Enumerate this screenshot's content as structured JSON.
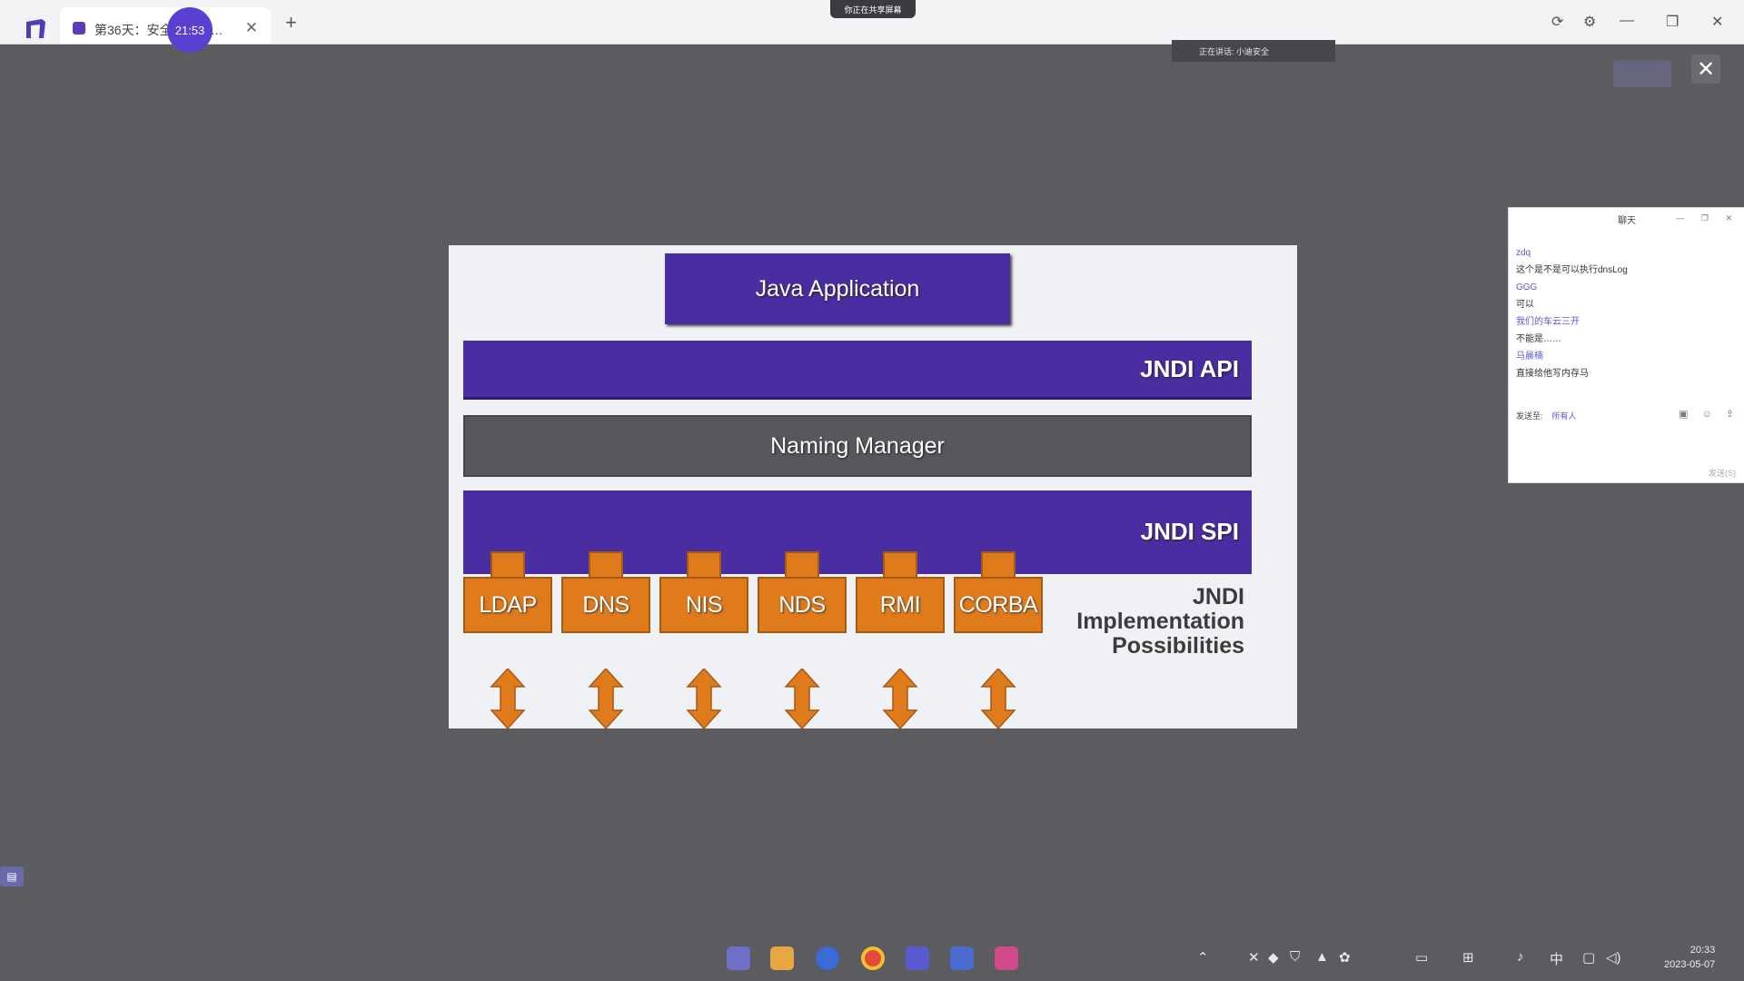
{
  "window": {
    "tab_title": "第36天：安全… vaE…",
    "tab_close": "✕",
    "new_tab": "+",
    "timer": "21:53",
    "share_badge": "你正在共享屏幕",
    "controls": [
      "⟳",
      "⚙",
      "—",
      "❐",
      "✕"
    ]
  },
  "share": {
    "speaker": "正在讲话: 小迪安全",
    "close": "✕"
  },
  "slide": {
    "java_app": "Java Application",
    "jndi_api": "JNDI API",
    "naming_manager": "Naming Manager",
    "jndi_spi": "JNDI SPI",
    "providers": [
      "LDAP",
      "DNS",
      "NIS",
      "NDS",
      "RMI",
      "CORBA"
    ],
    "impl_label": [
      "JNDI",
      "Implementation",
      "Possibilities"
    ],
    "colors": {
      "purple": "#4a2da0",
      "orange": "#e07b1c",
      "gray": "#57575c"
    }
  },
  "chat": {
    "title": "聊天",
    "messages": [
      {
        "text": "zdq",
        "name": true
      },
      {
        "text": "这个是不是可以执行dnsLog",
        "name": false
      },
      {
        "text": "GGG",
        "name": true
      },
      {
        "text": "可以",
        "name": false
      },
      {
        "text": "我们的车云三开",
        "name": true
      },
      {
        "text": "不能是……",
        "name": false
      },
      {
        "text": "马晨楠",
        "name": true
      },
      {
        "text": "直接给他写内存马",
        "name": false
      }
    ],
    "send_to_label": "发送至:",
    "send_to_value": "所有人",
    "send_button": "发送(S)"
  },
  "taskbar": {
    "apps": [
      "start-icon",
      "folder-icon",
      "edge-icon",
      "chrome-icon",
      "tencent-meeting-icon",
      "photos-icon",
      "idea-icon"
    ],
    "tray_input": "中",
    "time": "20:33",
    "date": "2023-05-07"
  }
}
